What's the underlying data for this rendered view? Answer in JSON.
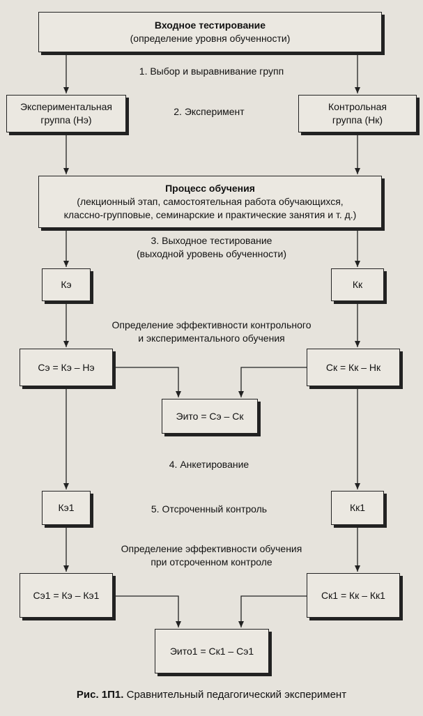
{
  "boxes": {
    "input_test": {
      "title": "Входное тестирование",
      "subtitle": "(определение уровня обученности)"
    },
    "experimental_group": {
      "line1": "Экспериментальная",
      "line2": "группа (Нэ)"
    },
    "control_group": {
      "line1": "Контрольная",
      "line2": "группа (Нк)"
    },
    "learning_process": {
      "title": "Процесс обучения",
      "line1": "(лекционный этап, самостоятельная работа обучающихся,",
      "line2": "классно-групповые, семинарские и практические занятия и т. д.)"
    },
    "k_e": "Кэ",
    "k_k": "Кк",
    "s_e": "Сэ = Кэ – Нэ",
    "s_k": "Ск = Кк – Нк",
    "e_ito": "Эито = Сэ – Ск",
    "k_e1": "Кэ1",
    "k_k1": "Кк1",
    "s_e1": "Сэ1 = Кэ – Кэ1",
    "s_k1": "Ск1 = Кк – Кк1",
    "e_ito1": "Эито1 = Ск1 – Сэ1"
  },
  "labels": {
    "step1": "1. Выбор и выравнивание групп",
    "step2": "2. Эксперимент",
    "step3_line1": "3. Выходное тестирование",
    "step3_line2": "(выходной уровень обученности)",
    "effect1_line1": "Определение эффективности контрольного",
    "effect1_line2": "и экспериментального обучения",
    "step4": "4. Анкетирование",
    "step5": "5. Отсроченный контроль",
    "effect2_line1": "Определение эффективности обучения",
    "effect2_line2": "при отсроченном контроле"
  },
  "caption": {
    "number": "Рис. 1П1.",
    "text": "Сравнительный педагогический эксперимент"
  }
}
